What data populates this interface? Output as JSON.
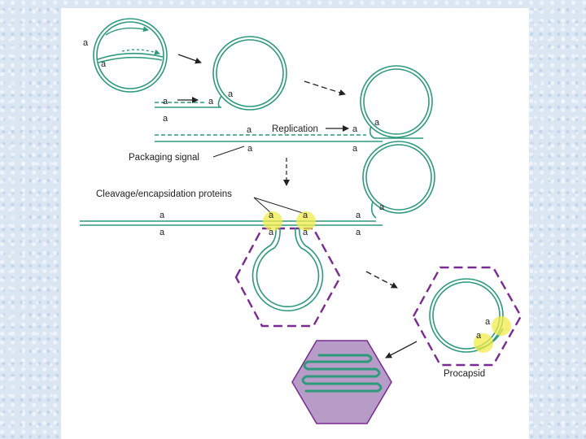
{
  "labels": {
    "end_site": "a",
    "replication": "Replication",
    "packaging_signal": "Packaging signal",
    "cleavage_proteins": "Cleavage/encapsidation proteins",
    "procapsid": "Procapsid"
  },
  "colors": {
    "dna_strand": "#2e9a7c",
    "capsid_outline": "#7a2a93",
    "cleavage_highlight": "#f2ec4a",
    "head_fill": "#b79cc7",
    "arrow": "#222222",
    "panel": "#ffffff",
    "background": "#dbe6f3"
  }
}
